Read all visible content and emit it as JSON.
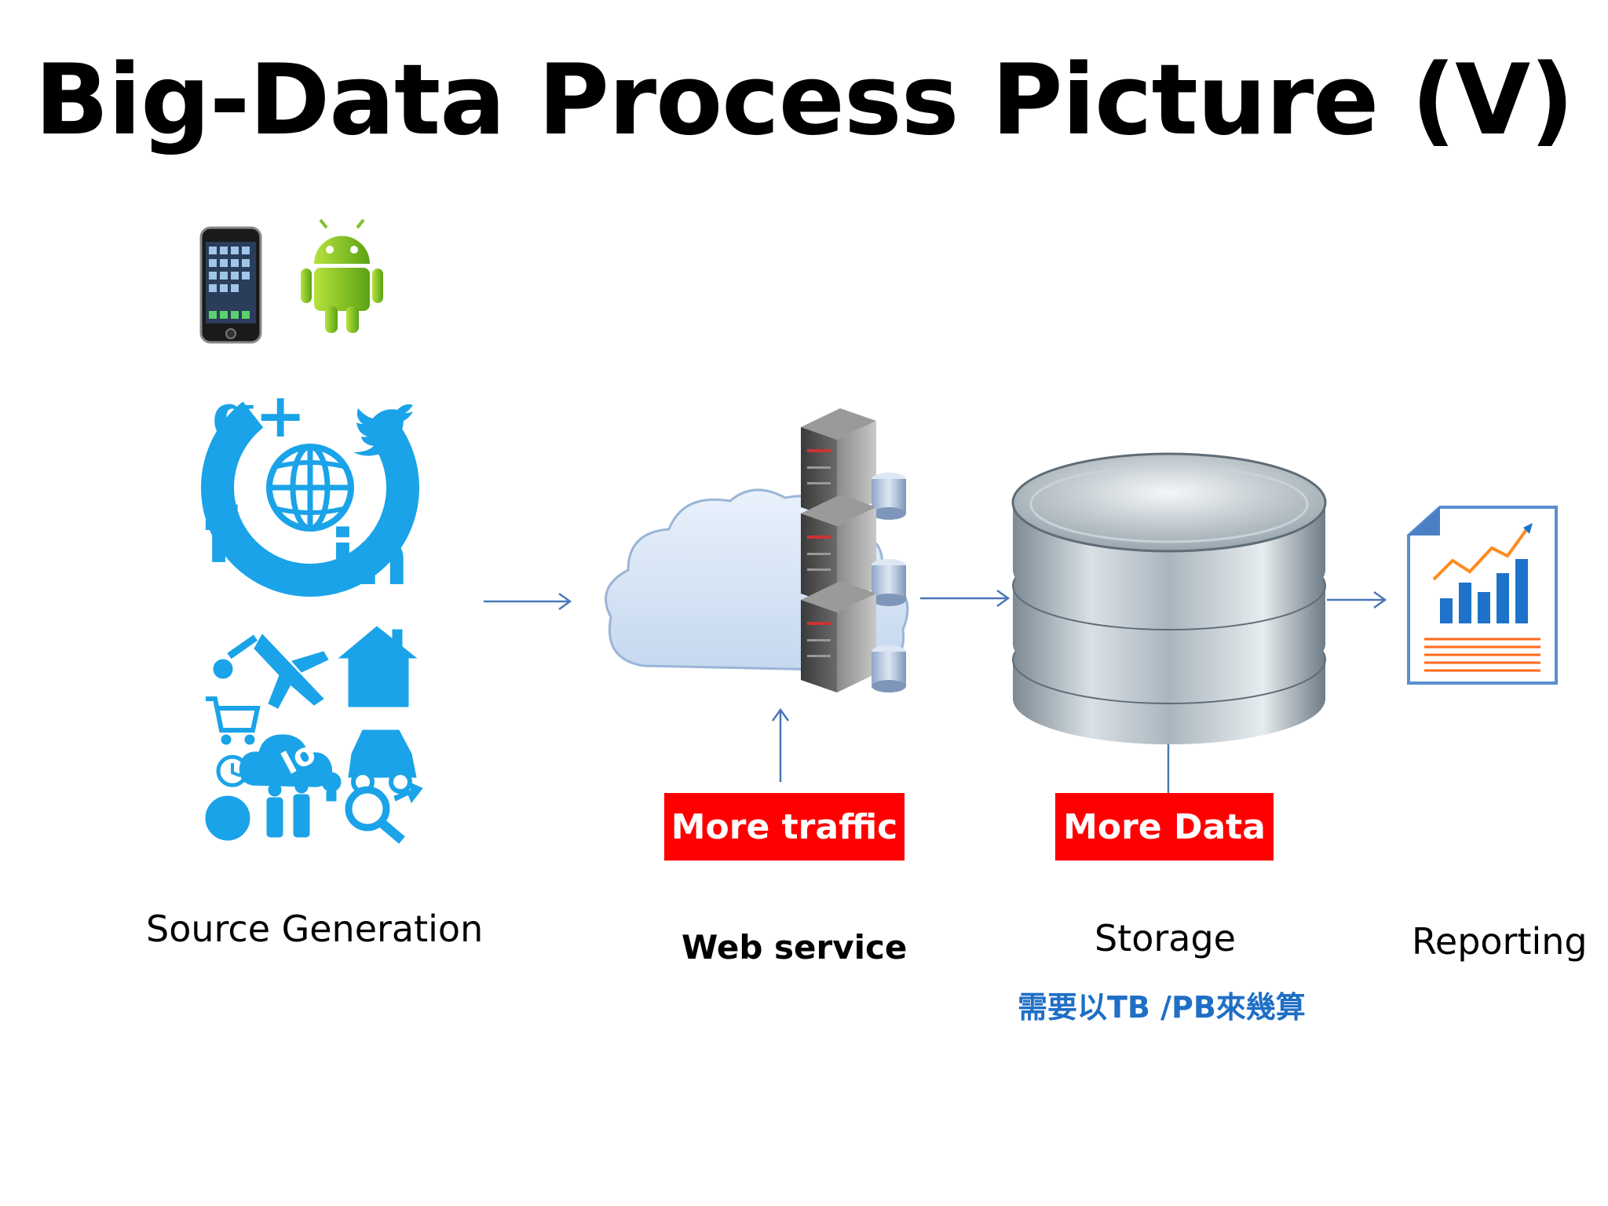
{
  "title": "Big-Data Process Picture (V)",
  "stages": {
    "source": "Source Generation",
    "web": "Web service",
    "storage": "Storage",
    "reporting": "Reporting"
  },
  "callouts": {
    "traffic": "More traffic",
    "data": "More Data"
  },
  "storage_note": "需要以TB /PB來幾算",
  "iot_badge": "IoT",
  "social_letters": {
    "gplus": "g+",
    "facebook": "f",
    "linkedin": "in"
  },
  "colors": {
    "accent_blue": "#1aa3e8",
    "arrow_blue": "#4a78b8",
    "callout_red": "#ff0000",
    "note_blue": "#1f6fc5"
  },
  "icons": [
    "smartphone-icon",
    "android-icon",
    "social-network-icon",
    "iot-collage-icon",
    "cloud-icon",
    "server-rack-icon",
    "database-icon",
    "report-chart-icon"
  ]
}
